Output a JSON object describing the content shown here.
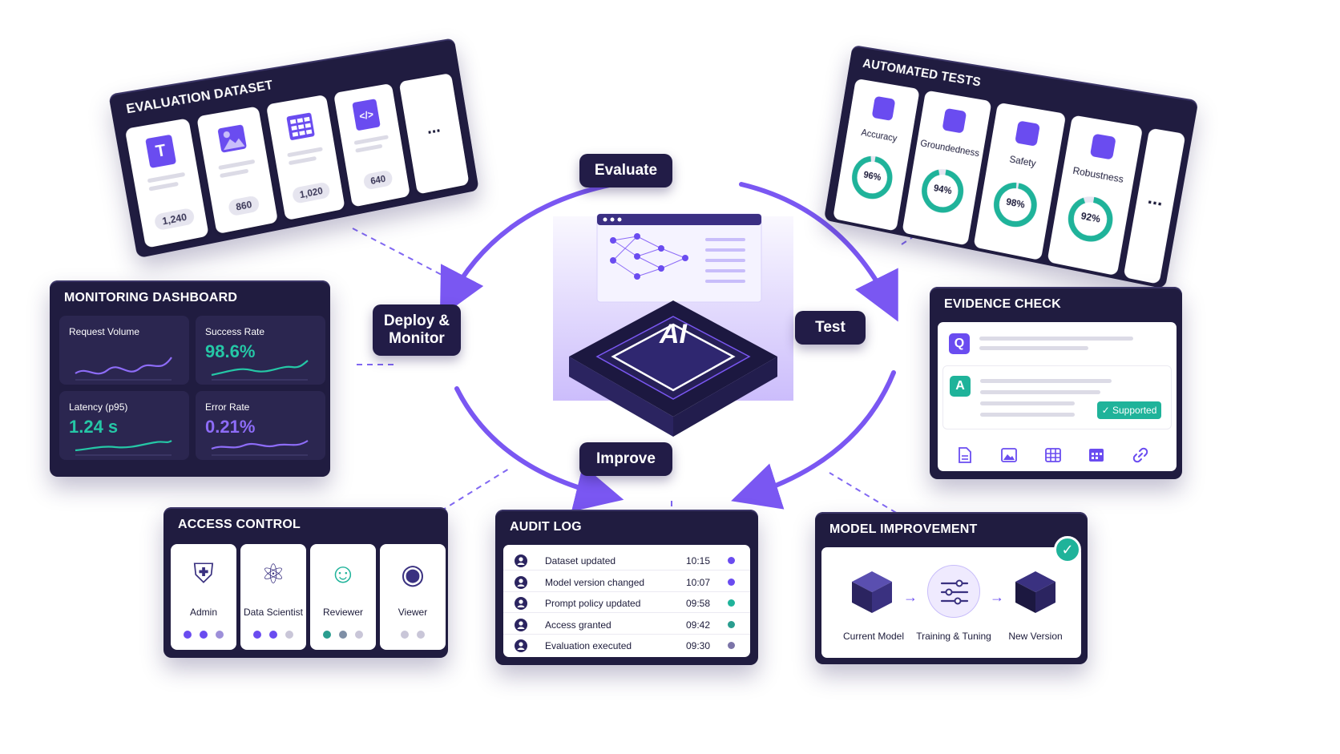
{
  "cycle": {
    "center_label": "AI",
    "stages": {
      "evaluate": "Evaluate",
      "test": "Test",
      "improve": "Improve",
      "deploy_monitor": "Deploy & Monitor"
    }
  },
  "evaluation_dataset": {
    "title": "EVALUATION DATASET",
    "cards": [
      {
        "icon": "text-document-icon",
        "glyph": "T",
        "count": "1,240"
      },
      {
        "icon": "image-icon",
        "count": "860"
      },
      {
        "icon": "table-icon",
        "count": "1,020"
      },
      {
        "icon": "code-file-icon",
        "glyph": "</>",
        "count": "640"
      }
    ],
    "more": "..."
  },
  "automated_tests": {
    "title": "AUTOMATED TESTS",
    "tests": [
      {
        "icon": "target-icon",
        "name": "Accuracy",
        "value": 96,
        "display": "96%"
      },
      {
        "icon": "shield-check-icon",
        "name": "Groundedness",
        "value": 94,
        "display": "94%"
      },
      {
        "icon": "shield-check-icon",
        "name": "Safety",
        "value": 98,
        "display": "98%"
      },
      {
        "icon": "trend-up-icon",
        "name": "Robustness",
        "value": 92,
        "display": "92%"
      }
    ],
    "more": "...",
    "ring_color": "#1fb39a",
    "accent_color": "#6a4cf0"
  },
  "monitoring_dashboard": {
    "title": "MONITORING DASHBOARD",
    "metrics": [
      {
        "label": "Request Volume",
        "value": "",
        "color": "#8d6cf7"
      },
      {
        "label": "Success Rate",
        "value": "98.6%",
        "color": "#25c7a6"
      },
      {
        "label": "Latency (p95)",
        "value": "1.24 s",
        "color": "#25c7a6"
      },
      {
        "label": "Error Rate",
        "value": "0.21%",
        "color": "#8d6cf7"
      }
    ]
  },
  "evidence_check": {
    "title": "EVIDENCE CHECK",
    "question_badge": "Q",
    "answer_badge": "A",
    "status": "✓ Supported",
    "source_icons": [
      "document-icon",
      "image-icon",
      "table-icon",
      "calendar-grid-icon",
      "link-icon"
    ],
    "status_color": "#1fb39a"
  },
  "access_control": {
    "title": "ACCESS CONTROL",
    "roles": [
      {
        "icon": "shield-user-icon",
        "name": "Admin",
        "dots": [
          "#6a4cf0",
          "#6a4cf0",
          "#9d8fd9"
        ]
      },
      {
        "icon": "network-icon",
        "name": "Data Scientist",
        "dots": [
          "#6a4cf0",
          "#6a4cf0",
          "#c9c6d8"
        ]
      },
      {
        "icon": "user-check-icon",
        "name": "Reviewer",
        "dots": [
          "#2a9d8f",
          "#7f8fa6",
          "#c9c6d8"
        ]
      },
      {
        "icon": "eye-icon",
        "name": "Viewer",
        "dots": [
          "#c9c6d8",
          "#c9c6d8"
        ]
      }
    ]
  },
  "audit_log": {
    "title": "AUDIT LOG",
    "entries": [
      {
        "event": "Dataset updated",
        "time": "10:15",
        "color": "#6a4cf0"
      },
      {
        "event": "Model version changed",
        "time": "10:07",
        "color": "#6a4cf0"
      },
      {
        "event": "Prompt policy updated",
        "time": "09:58",
        "color": "#1fb39a"
      },
      {
        "event": "Access granted",
        "time": "09:42",
        "color": "#2a9d8f"
      },
      {
        "event": "Evaluation executed",
        "time": "09:30",
        "color": "#7b74a8"
      }
    ]
  },
  "model_improvement": {
    "title": "MODEL IMPROVEMENT",
    "steps": [
      {
        "icon": "cube-icon",
        "label": "Current Model"
      },
      {
        "icon": "sliders-icon",
        "label": "Training & Tuning"
      },
      {
        "icon": "cube-icon",
        "label": "New Version"
      }
    ],
    "done_color": "#1fb39a"
  }
}
